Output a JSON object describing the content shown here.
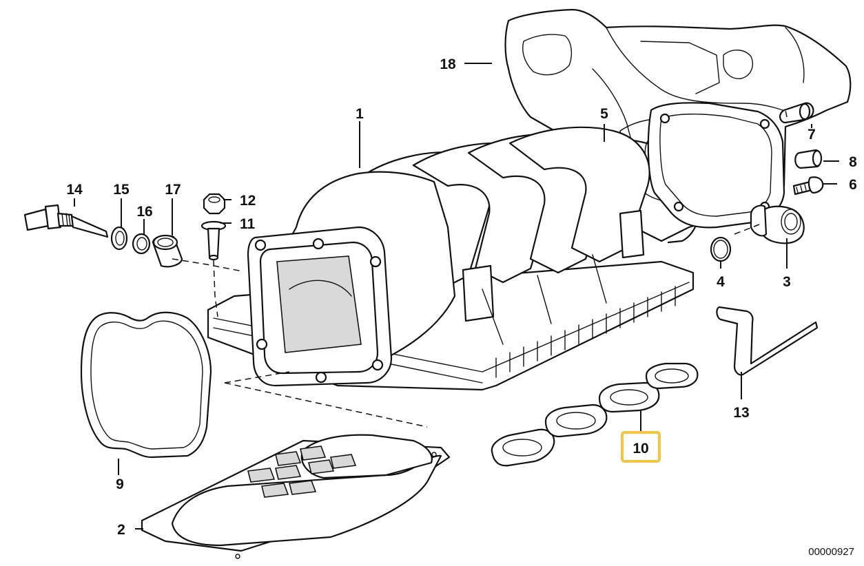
{
  "diagram": {
    "callouts": {
      "c1": "1",
      "c2": "2",
      "c3": "3",
      "c4": "4",
      "c5": "5",
      "c6": "6",
      "c7": "7",
      "c8": "8",
      "c9": "9",
      "c10": "10",
      "c11": "11",
      "c12": "12",
      "c13": "13",
      "c14": "14",
      "c15": "15",
      "c16": "16",
      "c17": "17",
      "c18": "18"
    },
    "highlighted_callout": "10",
    "highlight_color": "#f4c542",
    "reference_number": "00000927"
  }
}
